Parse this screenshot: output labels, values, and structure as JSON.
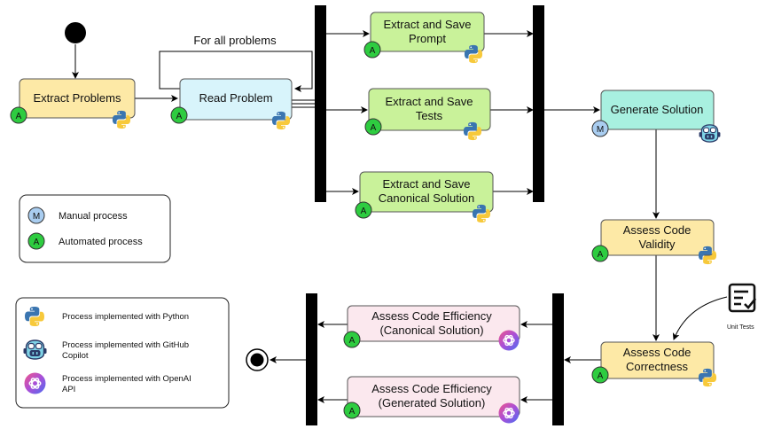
{
  "colors": {
    "yellow": "#fde9a6",
    "cyan": "#d8f4fb",
    "green": "#c9f29a",
    "teal": "#a8f0e0",
    "pink": "#fbe8ee",
    "automated": "#2ecc40",
    "manual": "#a9cdf0",
    "bar": "#000000"
  },
  "labels": {
    "for_all_problems": "For all problems",
    "unit_tests": "Unit Tests"
  },
  "nodes": {
    "extract_problems": {
      "text": "Extract Problems",
      "badge": "A"
    },
    "read_problem": {
      "text": "Read Problem",
      "badge": "A"
    },
    "extract_prompt": {
      "line1": "Extract and Save",
      "line2": "Prompt",
      "badge": "A"
    },
    "extract_tests": {
      "line1": "Extract and Save",
      "line2": "Tests",
      "badge": "A"
    },
    "extract_canonical": {
      "line1": "Extract and Save",
      "line2": "Canonical Solution",
      "badge": "A"
    },
    "generate_solution": {
      "text": "Generate Solution",
      "badge": "M"
    },
    "assess_validity": {
      "line1": "Assess Code",
      "line2": "Validity",
      "badge": "A"
    },
    "assess_correctness": {
      "line1": "Assess Code",
      "line2": "Correctness",
      "badge": "A"
    },
    "efficiency_canonical": {
      "line1": "Assess Code Efficiency",
      "line2": "(Canonical Solution)",
      "badge": "A"
    },
    "efficiency_generated": {
      "line1": "Assess Code Efficiency",
      "line2": "(Generated Solution)",
      "badge": "A"
    }
  },
  "legend_process": {
    "manual_badge": "M",
    "manual_label": "Manual process",
    "automated_badge": "A",
    "automated_label": "Automated process"
  },
  "legend_tools": {
    "python_label": "Process implemented with Python",
    "copilot_line1": "Process implemented with GitHub",
    "copilot_line2": "Copilot",
    "openai_line1": "Process implemented with OpenAI",
    "openai_line2": "API"
  },
  "icons": [
    "python-icon",
    "copilot-icon",
    "openai-icon",
    "unit-tests-icon"
  ]
}
